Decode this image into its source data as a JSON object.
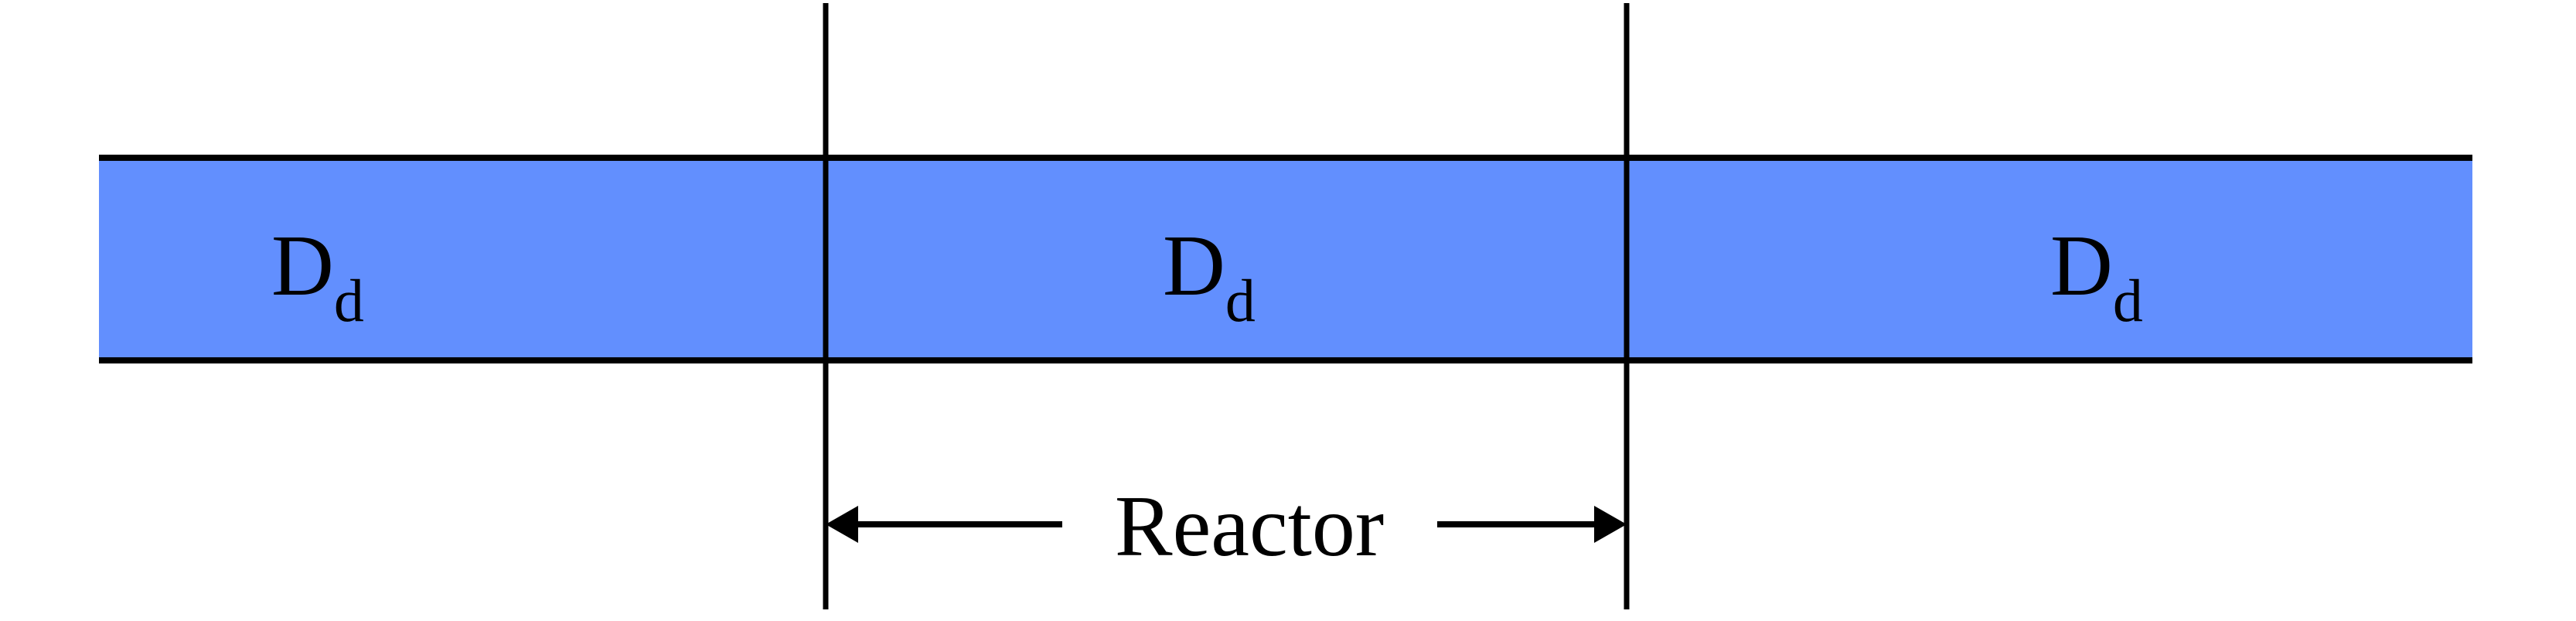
{
  "colors": {
    "band": "#628ffe",
    "line": "#000000",
    "background": "#ffffff"
  },
  "sections": [
    {
      "main": "D",
      "sub": "d"
    },
    {
      "main": "D",
      "sub": "d"
    },
    {
      "main": "D",
      "sub": "d"
    }
  ],
  "reactor_label": "Reactor"
}
